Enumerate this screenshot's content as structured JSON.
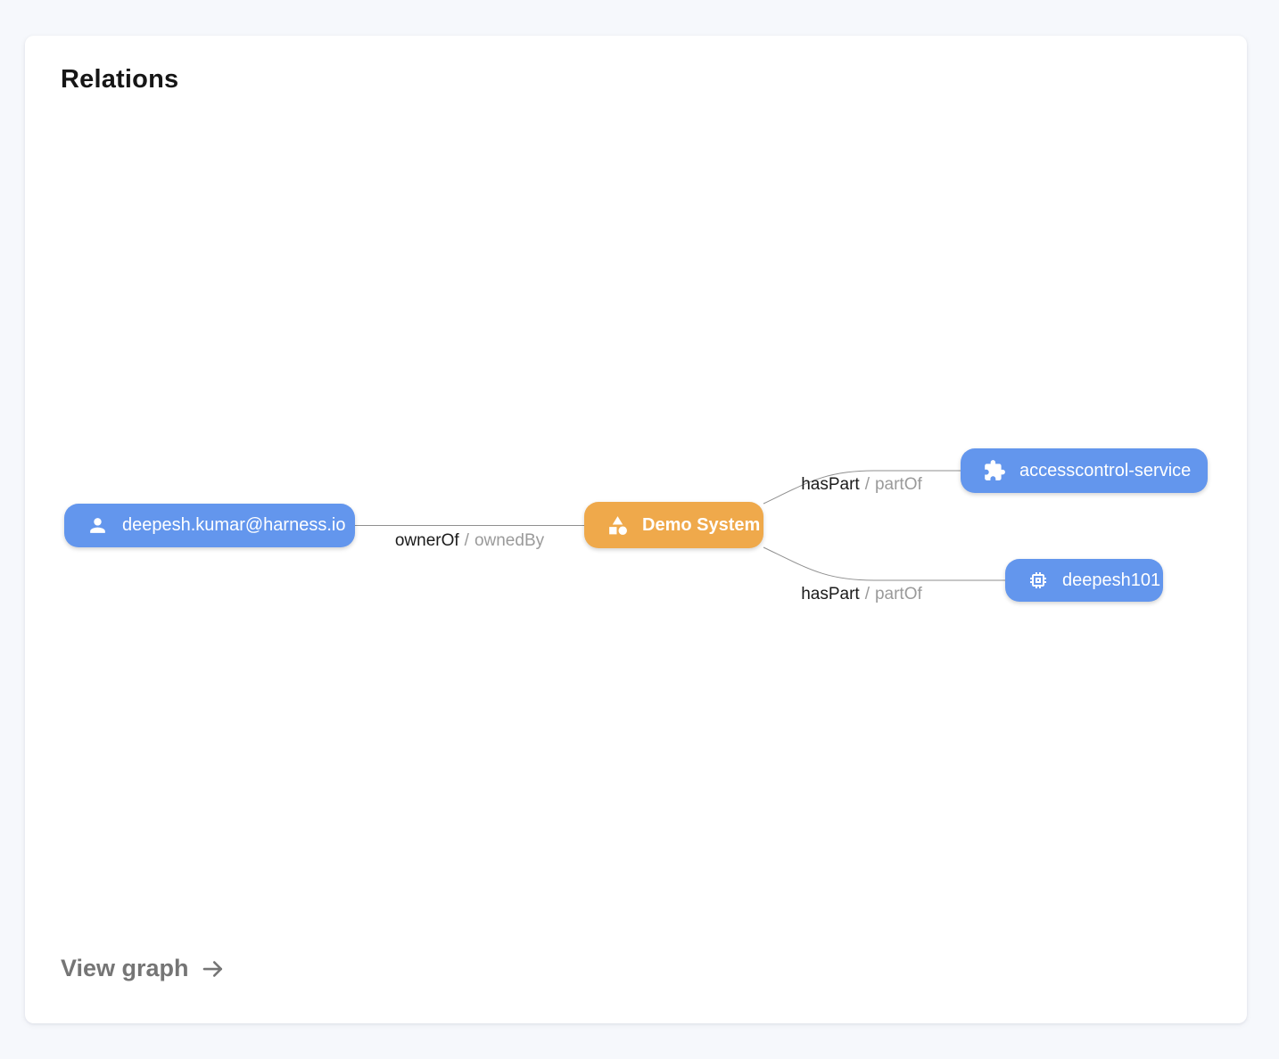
{
  "page": {
    "background_color": "#f6f8fc"
  },
  "card": {
    "title": "Relations",
    "view_graph": {
      "label": "View graph",
      "icon": "arrow-right-icon"
    }
  },
  "graph": {
    "nodes": [
      {
        "id": "user",
        "label": "deepesh.kumar@harness.io",
        "icon": "person-icon",
        "color": "#6396ED",
        "text_color": "#FFFFFF"
      },
      {
        "id": "system",
        "label": "Demo System",
        "icon": "category-icon",
        "color": "#EFA94B",
        "text_color": "#FFFFFF",
        "emphasis": "bold"
      },
      {
        "id": "service",
        "label": "accesscontrol-service",
        "icon": "puzzle-icon",
        "color": "#6396ED",
        "text_color": "#FFFFFF"
      },
      {
        "id": "resource",
        "label": "deepesh101",
        "icon": "chip-icon",
        "color": "#6396ED",
        "text_color": "#FFFFFF"
      }
    ],
    "edges": [
      {
        "from": "user",
        "to": "system",
        "label": {
          "primary": "ownerOf",
          "separator": "/",
          "secondary": "ownedBy"
        }
      },
      {
        "from": "system",
        "to": "service",
        "label": {
          "primary": "hasPart",
          "separator": "/",
          "secondary": "partOf"
        }
      },
      {
        "from": "system",
        "to": "resource",
        "label": {
          "primary": "hasPart",
          "separator": "/",
          "secondary": "partOf"
        }
      }
    ],
    "edge_color": "#8f8f8f",
    "label_primary_color": "#1b1b1b",
    "label_secondary_color": "#9a9a9a"
  }
}
